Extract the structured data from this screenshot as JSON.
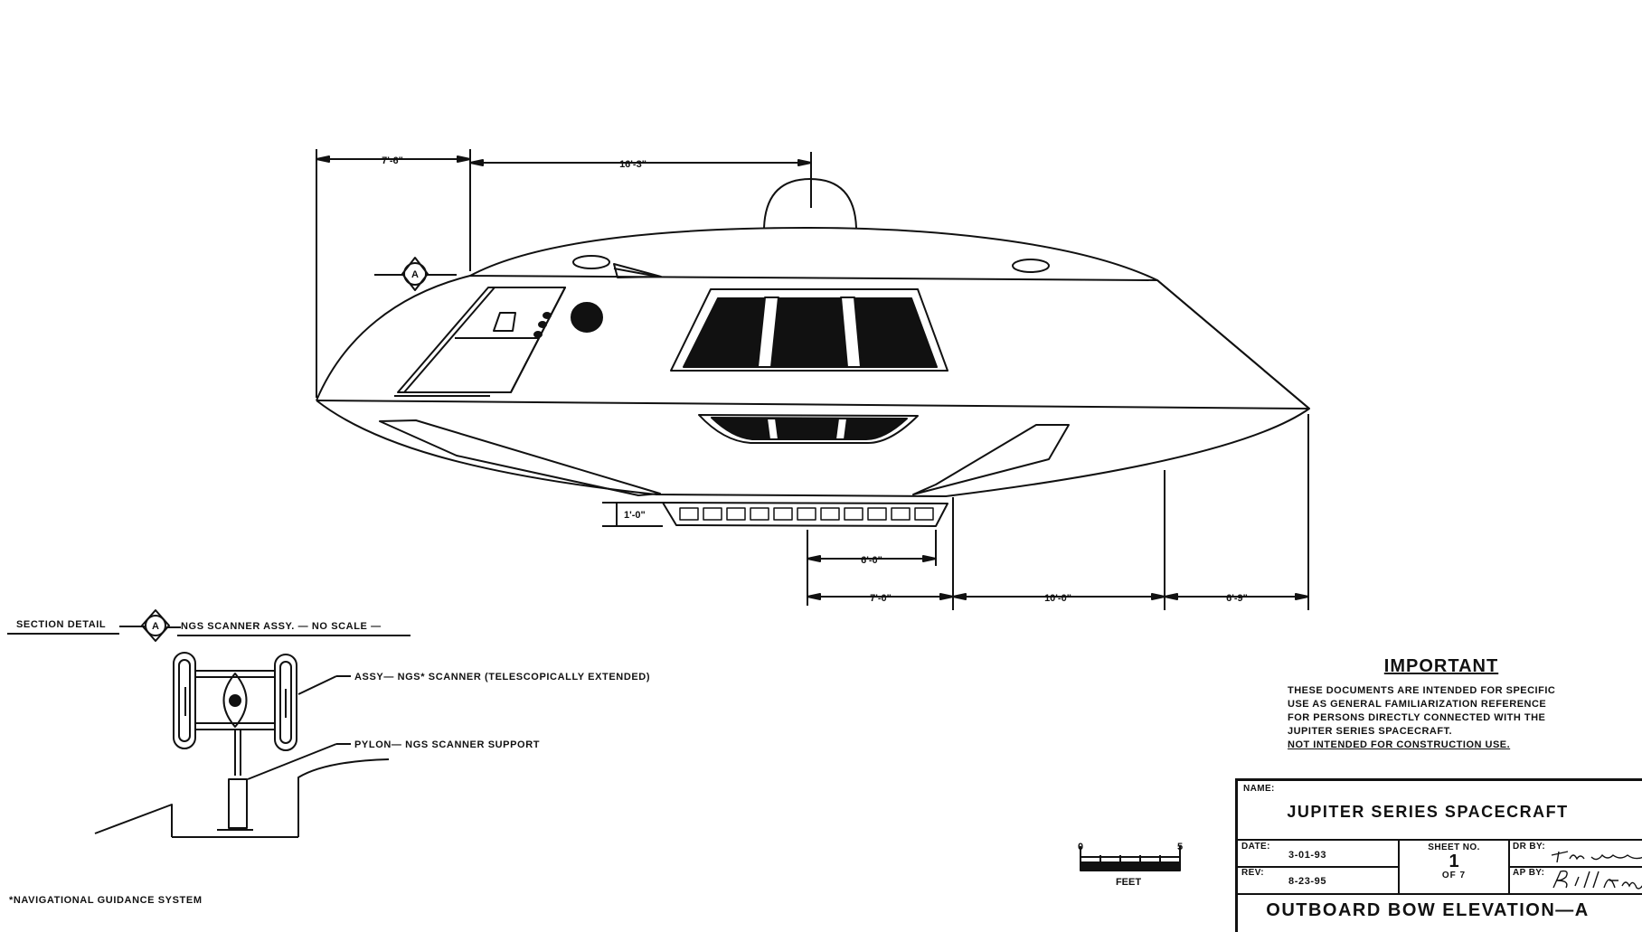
{
  "ship_dimensions": {
    "dim_bow_offset": "7'-6\"",
    "dim_dome_offset": "16'-3\"",
    "dim_keel_height": "1'-0\"",
    "dim_gear_width": "6'-0\"",
    "dim_lower_a": "7'-0\"",
    "dim_lower_b": "10'-0\"",
    "dim_lower_c": "6'-9\""
  },
  "section_marker": "A",
  "section_detail": {
    "title_left": "SECTION DETAIL",
    "marker": "A",
    "title_right": "NGS SCANNER ASSY. — NO SCALE —",
    "callout_scanner": "ASSY— NGS* SCANNER (TELESCOPICALLY EXTENDED)",
    "callout_pylon": "PYLON— NGS SCANNER SUPPORT",
    "footnote": "*NAVIGATIONAL GUIDANCE SYSTEM"
  },
  "scale_bar": {
    "start_label": "0",
    "end_label": "5",
    "unit_label": "FEET"
  },
  "notice": {
    "title": "IMPORTANT",
    "lines": [
      "THESE DOCUMENTS ARE INTENDED FOR SPECIFIC",
      "USE AS GENERAL FAMILIARIZATION REFERENCE",
      "FOR PERSONS DIRECTLY CONNECTED WITH THE",
      "JUPITER SERIES SPACECRAFT."
    ],
    "warning": "NOT INTENDED FOR CONSTRUCTION USE."
  },
  "title_block": {
    "name_label": "NAME:",
    "project_name": "JUPITER SERIES SPACECRAFT",
    "date_label": "DATE:",
    "date_value": "3-01-93",
    "rev_label": "REV:",
    "rev_value": "8-23-95",
    "sheet_label": "SHEET NO.",
    "sheet_number": "1",
    "sheet_total": "OF 7",
    "drawn_by_label": "DR BY:",
    "approved_by_label": "AP BY:",
    "drawing_title": "OUTBOARD BOW ELEVATION—A"
  }
}
